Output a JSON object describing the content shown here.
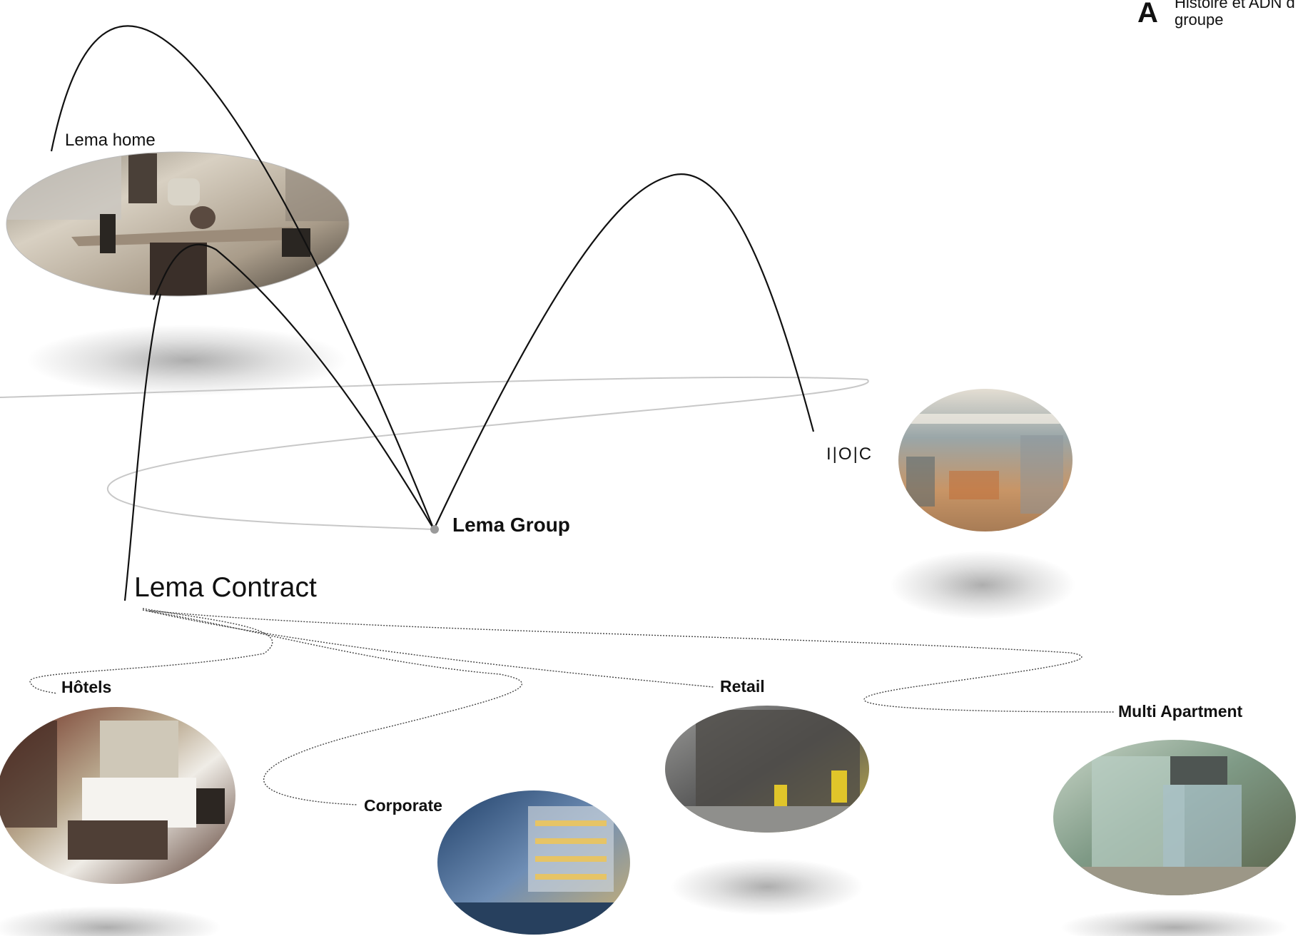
{
  "section": {
    "letter": "A",
    "title_line1": "Histoire et ADN d",
    "title_line2": "groupe"
  },
  "nodes": {
    "lema_home": "Lema home",
    "lema_group": "Lema Group",
    "ioc": "I|O|C",
    "lema_contract": "Lema Contract",
    "hotels": "Hôtels",
    "corporate": "Corporate",
    "retail": "Retail",
    "multi_apartment": "Multi Apartment"
  },
  "colors": {
    "line": "#111111",
    "path": "#c8c8c8",
    "node_dot": "#9a9a9a",
    "shadow": "#8a8a8a"
  }
}
